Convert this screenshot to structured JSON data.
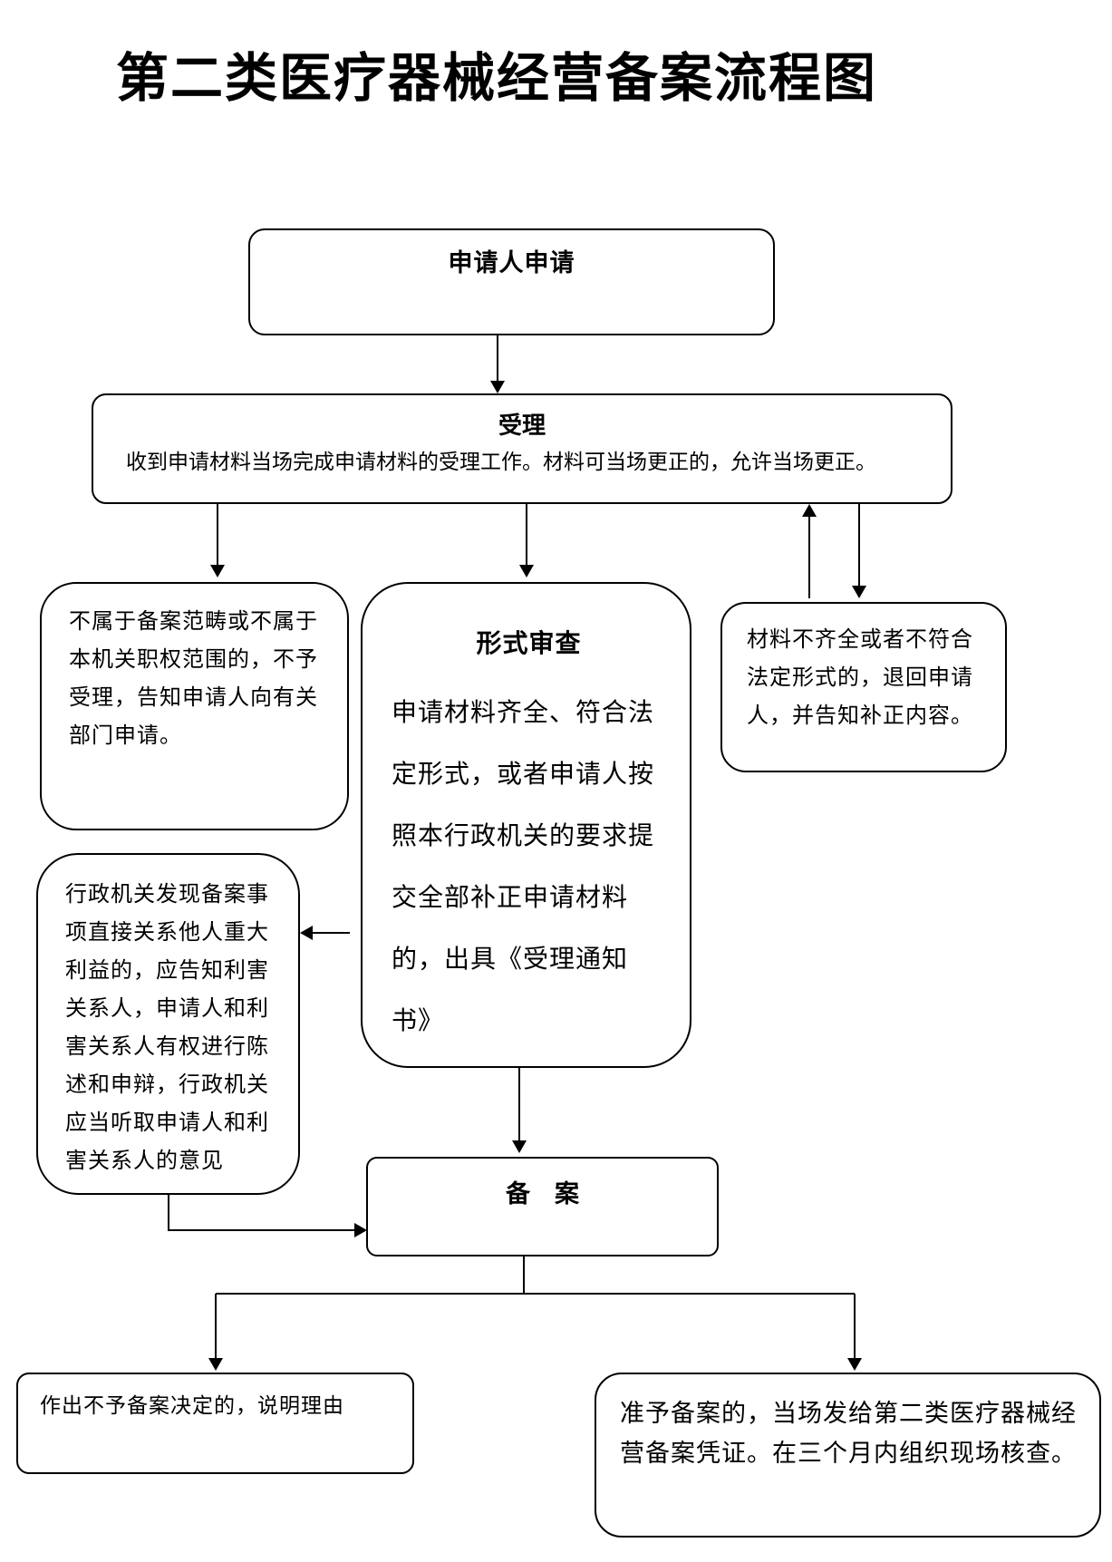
{
  "title": "第二类医疗器械经营备案流程图",
  "nodes": {
    "apply": {
      "heading": "申请人申请"
    },
    "accept": {
      "heading": "受理",
      "text": "收到申请材料当场完成申请材料的受理工作。材料可当场更正的，允许当场更正。"
    },
    "not_in_scope": {
      "text": "不属于备案范畴或不属于本机关职权范围的，不予受理，告知申请人向有关部门申请。"
    },
    "formal_review": {
      "heading": "形式审查",
      "text": "申请材料齐全、符合法定形式，或者申请人按照本行政机关的要求提交全部补正申请材料的，出具《受理通知书》"
    },
    "incomplete": {
      "text": "材料不齐全或者不符合法定形式的，退回申请人，并告知补正内容。"
    },
    "interested_party": {
      "text": "行政机关发现备案事项直接关系他人重大利益的，应告知利害关系人，申请人和利害关系人有权进行陈述和申辩，行政机关应当听取申请人和利害关系人的意见"
    },
    "filing": {
      "heading": "备　案"
    },
    "reject": {
      "text": "作出不予备案决定的，说明理由"
    },
    "approve": {
      "text": "准予备案的，当场发给第二类医疗器械经营备案凭证。在三个月内组织现场核查。"
    }
  }
}
